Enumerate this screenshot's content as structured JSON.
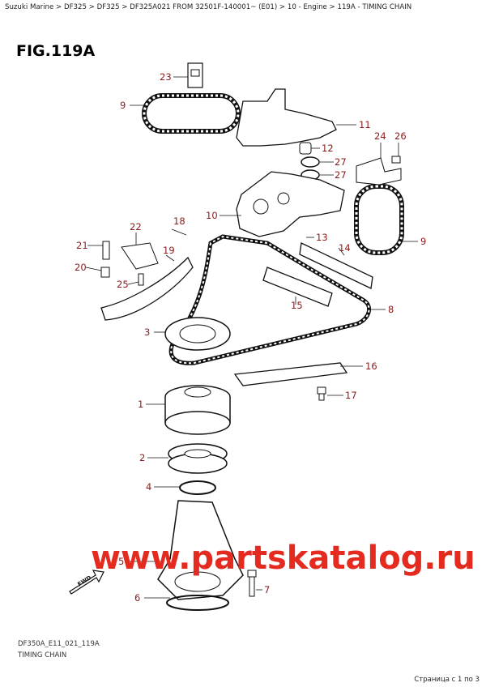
{
  "breadcrumb": "Suzuki Marine > DF325 > DF325 > DF325A021 FROM 32501F-140001~ (E01) > 10 - Engine > 119A - TIMING CHAIN",
  "figure_title": "FIG.119A",
  "fwd_label": "FWD",
  "watermark": "www.partskatalog.ru",
  "callouts": [
    "23",
    "9",
    "11",
    "12",
    "27",
    "27",
    "24",
    "26",
    "10",
    "22",
    "18",
    "21",
    "19",
    "20",
    "25",
    "13",
    "14",
    "9",
    "15",
    "8",
    "3",
    "16",
    "17",
    "1",
    "2",
    "4",
    "5",
    "7",
    "6"
  ],
  "footer": {
    "code": "DF350A_E11_021_119A",
    "name": "TIMING CHAIN",
    "page": "Страница с 1 по 3"
  }
}
